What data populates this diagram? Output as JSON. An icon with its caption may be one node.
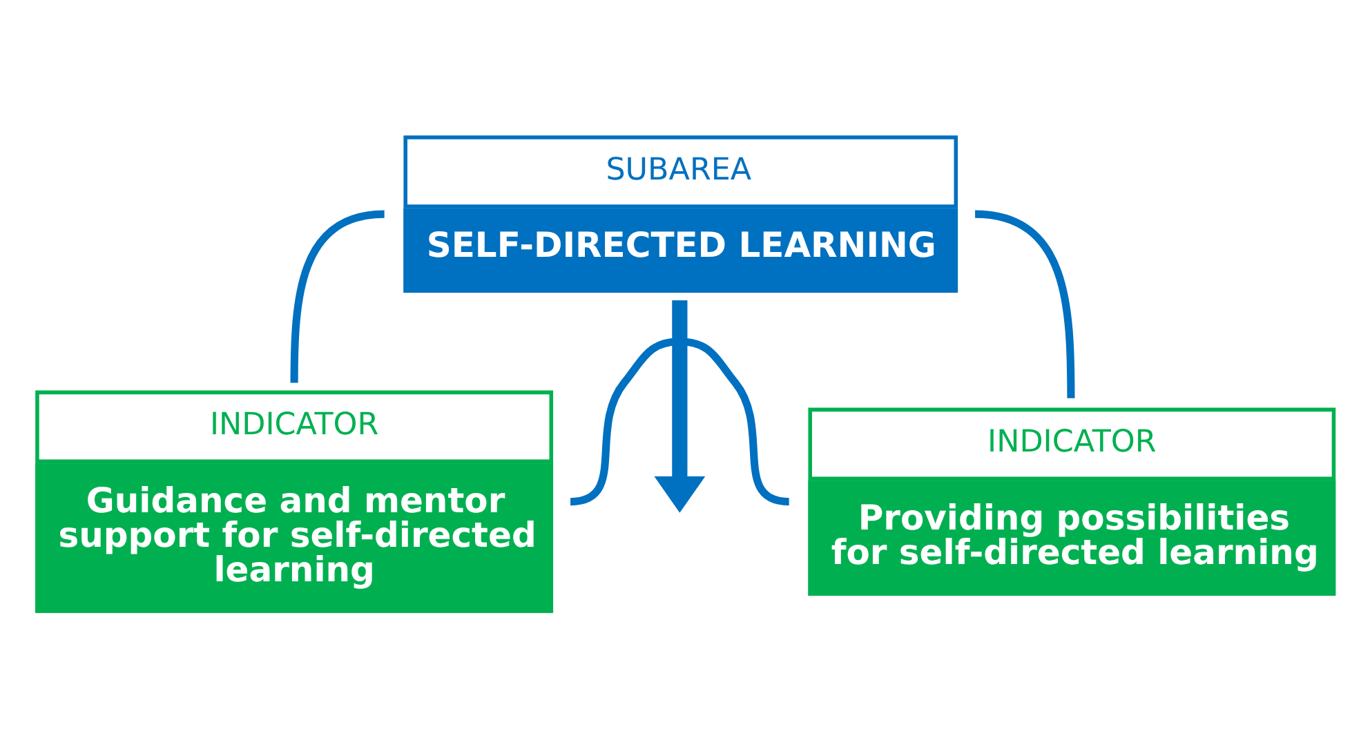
{
  "diagram": {
    "nodes": [
      {
        "text": [
          "SUBAREA",
          "SELF-DIRECTED LEARNING"
        ]
      },
      {
        "text": [
          "INDICATOR",
          "Guidance and mentor support for self-directed learning"
        ]
      },
      {
        "text": [
          "INDICATOR",
          "Providing possibilities for self-directed learning"
        ]
      }
    ],
    "edges": [
      {
        "from": 0,
        "to": 1,
        "arrow": "none"
      },
      {
        "from": 0,
        "to": 2,
        "arrow": "none"
      },
      {
        "from": 1,
        "to": 2,
        "arrow": "none"
      },
      {
        "from": 0,
        "to": null,
        "arrow": "to",
        "style": "thick"
      }
    ]
  }
}
